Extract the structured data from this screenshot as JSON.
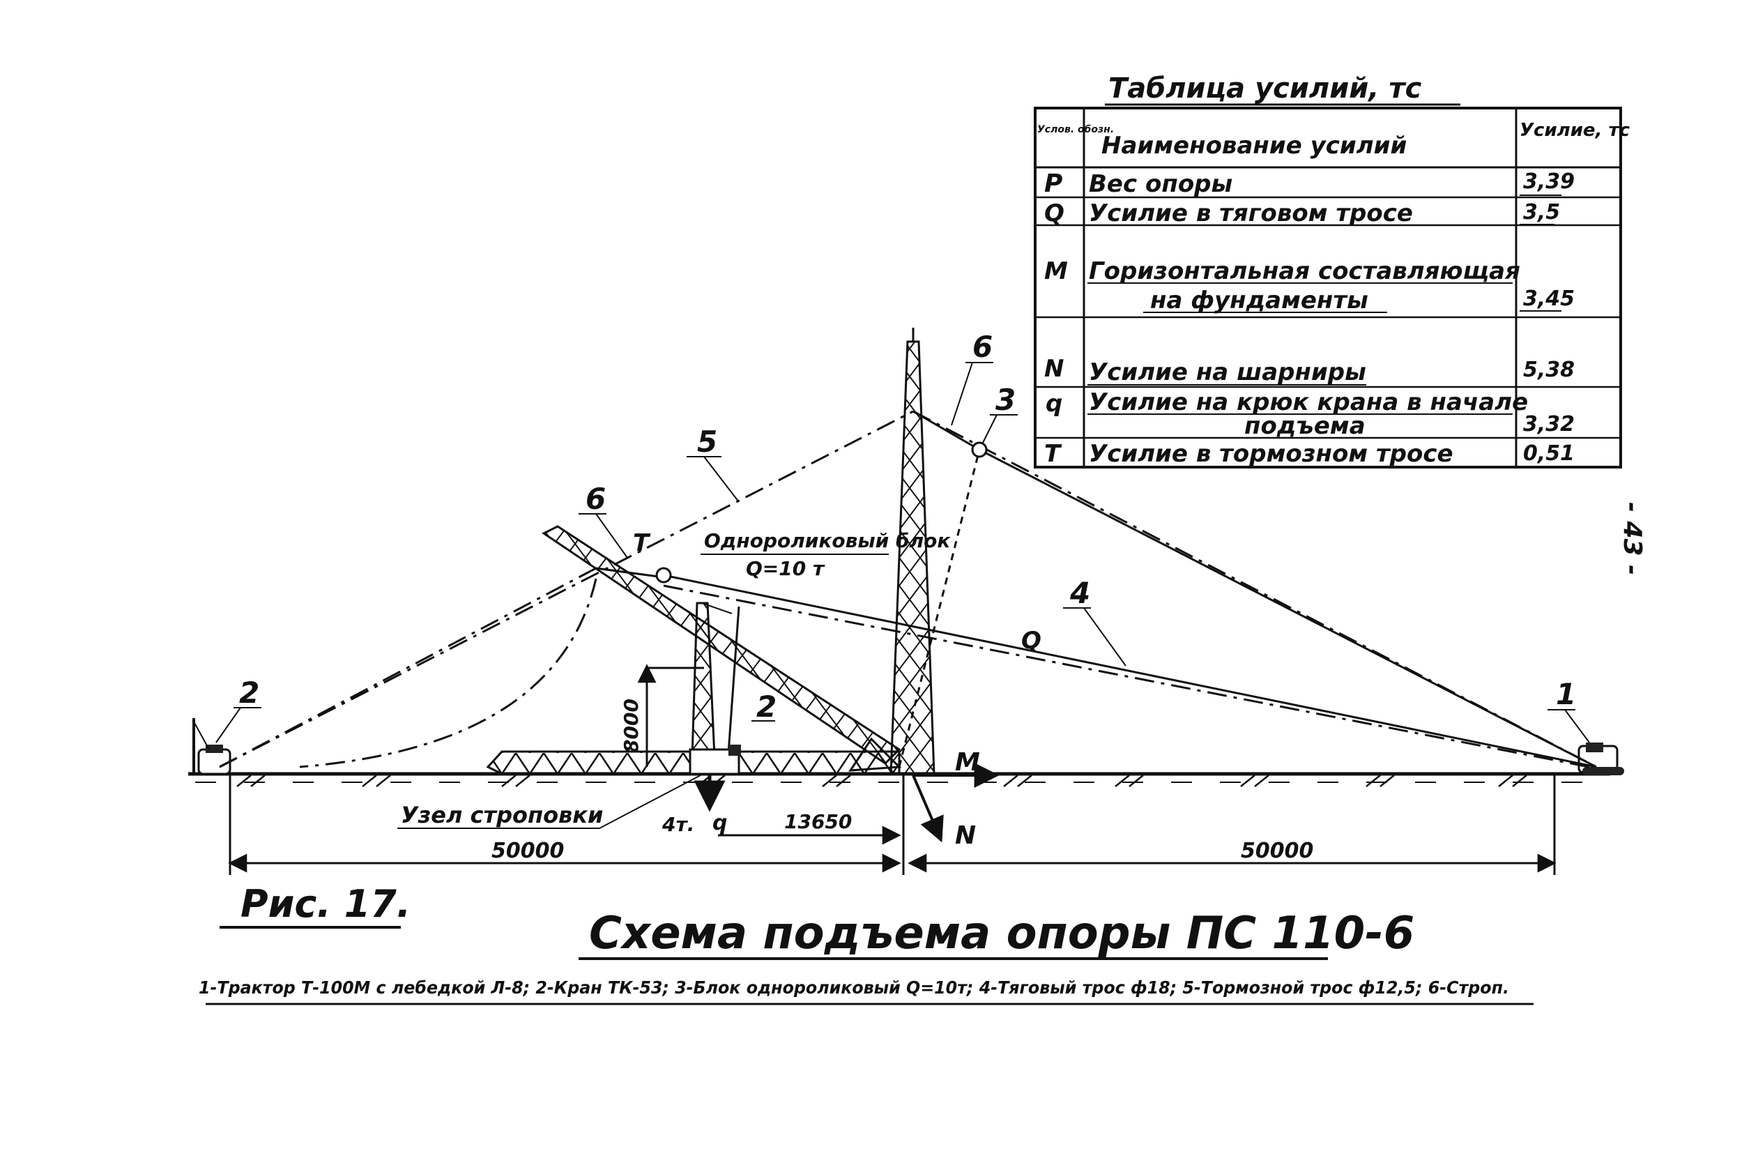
{
  "table": {
    "title": "Таблица усилий, тс",
    "headers": {
      "symbol": "Услов. обозн.",
      "name": "Наименование усилий",
      "value": "Усилие, тс"
    },
    "rows": [
      {
        "symbol": "P",
        "name": "Вес опоры",
        "name2": "",
        "value": "3,39"
      },
      {
        "symbol": "Q",
        "name": "Усилие в тяговом тросе",
        "name2": "",
        "value": "3,5"
      },
      {
        "symbol": "M",
        "name": "Горизонтальная составляющая",
        "name2": "на фундаменты",
        "value": "3,45"
      },
      {
        "symbol": "N",
        "name": "Усилие на шарниры",
        "name2": "",
        "value": "5,38"
      },
      {
        "symbol": "q",
        "name": "Усилие на крюк крана в начале",
        "name2": "подъема",
        "value": "3,32"
      },
      {
        "symbol": "T",
        "name": "Усилие в тормозном тросе",
        "name2": "",
        "value": "0,51"
      }
    ]
  },
  "page_number": "- 43 -",
  "labels": {
    "n1": "1",
    "n2_left": "2",
    "n2_crane": "2",
    "n3": "3",
    "n4": "4",
    "n5": "5",
    "n6_left": "6",
    "n6_top": "6",
    "Q": "Q",
    "T": "T",
    "M": "M",
    "N": "N",
    "q": "q",
    "block_line1": "Однороликовый блок",
    "block_line2": "Q=10 т",
    "height": "8000",
    "sling_node": "Узел строповки",
    "load": "4т.",
    "dist_crane": "13650",
    "dist_left": "50000",
    "dist_right": "50000"
  },
  "caption": {
    "fig": "Рис. 17.",
    "title": "Схема подъема опоры ПС 110-6",
    "legend": "1-Трактор Т-100М с лебедкой Л-8; 2-Кран ТК-53; 3-Блок однороликовый Q=10т; 4-Тяговый трос ф18; 5-Тормозной трос ф12,5; 6-Строп."
  }
}
